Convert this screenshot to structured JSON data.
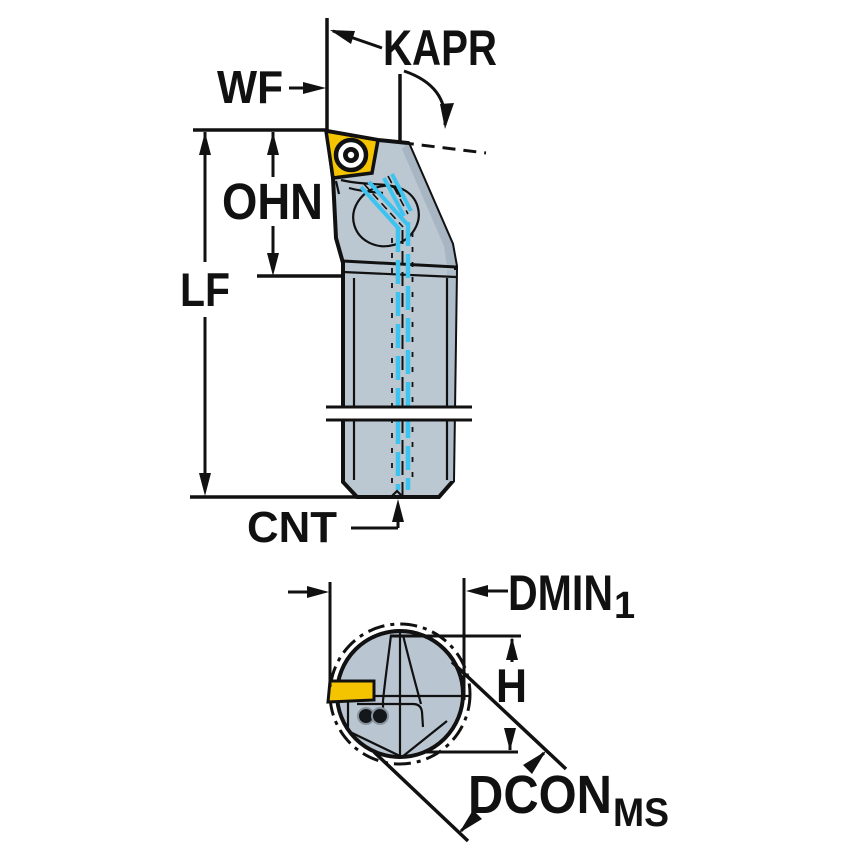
{
  "drawing": {
    "kind": "tool-dimension-drawing",
    "labels": {
      "kapr": "KAPR",
      "wf": "WF",
      "ohn": "OHN",
      "lf": "LF",
      "cnt": "CNT",
      "dmin": "DMIN",
      "dmin_sub": "1",
      "h": "H",
      "dcon": "DCON",
      "dcon_sub": "MS"
    },
    "colors": {
      "background": "#ffffff",
      "line": "#111111",
      "tool_body": "#bbc7d1",
      "tool_body_shaded": "#a7b6c2",
      "insert": "#f5c400",
      "coolant": "#3cc3f0"
    },
    "views": {
      "side_view_parts": [
        "indexable-insert",
        "insert-screw",
        "tool-head",
        "shank",
        "coolant-channel",
        "break-lines",
        "center-line"
      ],
      "end_view_parts": [
        "shank-circle",
        "min-bore-dashed-circle",
        "indexable-insert",
        "screw-holes",
        "center-lines"
      ]
    }
  }
}
